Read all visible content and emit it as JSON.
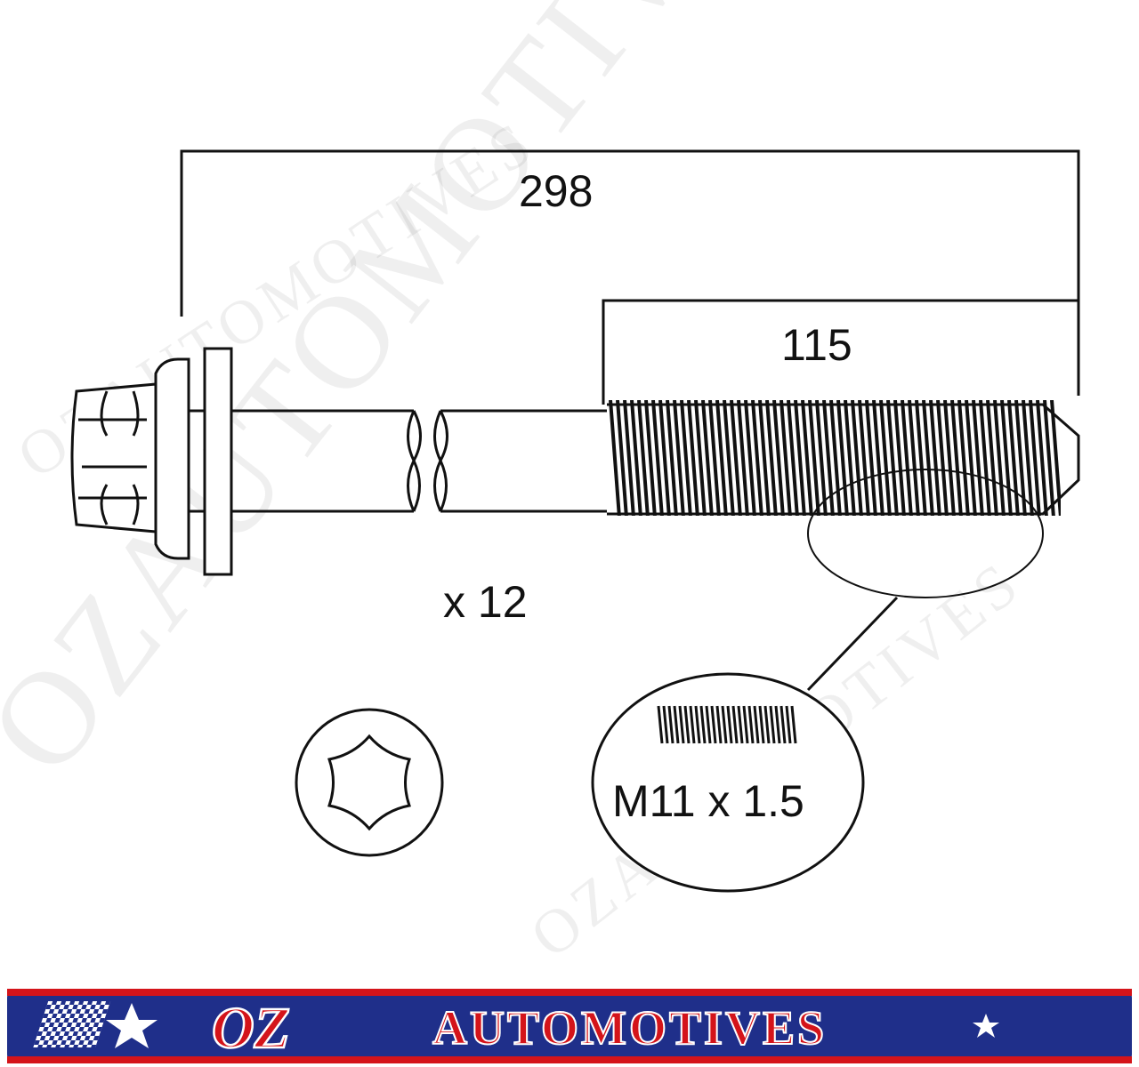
{
  "diagram": {
    "overall_length": "298",
    "thread_length": "115",
    "quantity": "x 12",
    "thread_spec": "M11 x 1.5"
  },
  "watermark": {
    "text": "OZAUTOMOTIVES"
  },
  "banner": {
    "logo_prefix": "OZ",
    "logo_suffix": "AUTOMOTIVES",
    "colors": {
      "navy": "#1f2f8a",
      "red": "#d4141a",
      "white": "#ffffff"
    }
  }
}
